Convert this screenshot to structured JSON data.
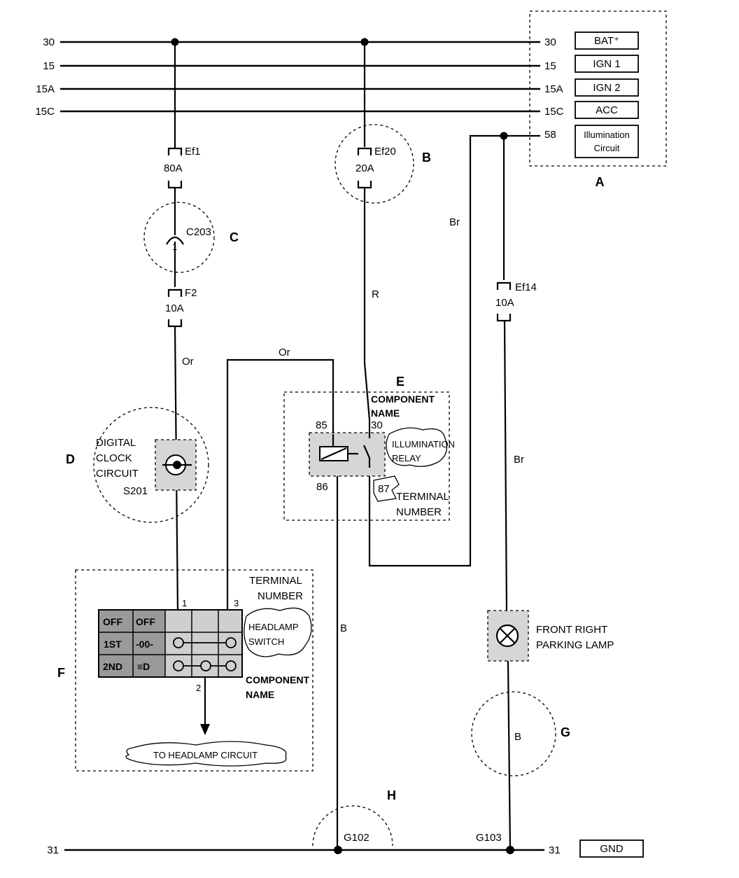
{
  "buses": [
    {
      "left": "30",
      "right": "30",
      "box": "BAT⁺"
    },
    {
      "left": "15",
      "right": "15",
      "box": "IGN 1"
    },
    {
      "left": "15A",
      "right": "15A",
      "box": "IGN 2"
    },
    {
      "left": "15C",
      "right": "15C",
      "box": "ACC"
    }
  ],
  "terminal_58": "58",
  "illumination_box": [
    "Illumination",
    "Circuit"
  ],
  "ground": {
    "left": "31",
    "right": "31",
    "box": "GND"
  },
  "callouts": {
    "A": "A",
    "B": "B",
    "C": "C",
    "D": "D",
    "E": "E",
    "F": "F",
    "G": "G",
    "H": "H"
  },
  "fuses": {
    "ef1": {
      "name": "Ef1",
      "rating": "80A"
    },
    "ef20": {
      "name": "Ef20",
      "rating": "20A"
    },
    "f2": {
      "name": "F2",
      "rating": "10A"
    },
    "ef14": {
      "name": "Ef14",
      "rating": "10A"
    }
  },
  "connector": {
    "name": "C203",
    "pin": "1"
  },
  "wire_colors": {
    "br_upper": "Br",
    "r": "R",
    "or_left": "Or",
    "or_top": "Or",
    "br_right": "Br",
    "b_mid": "B",
    "b_right": "B"
  },
  "splice": {
    "label": [
      "DIGITAL",
      "CLOCK",
      "CIRCUIT"
    ],
    "name": "S201"
  },
  "relay": {
    "pin85": "85",
    "pin86": "86",
    "pin30": "30",
    "pin87": "87",
    "component_name": [
      "COMPONENT",
      "NAME"
    ],
    "name": [
      "ILLUMINATION",
      "RELAY"
    ],
    "terminal_number": [
      "TERMINAL",
      "NUMBER"
    ]
  },
  "switch": {
    "terminal_number": [
      "TERMINAL",
      "NUMBER"
    ],
    "pin1": "1",
    "pin2": "2",
    "pin3": "3",
    "rows": [
      {
        "pos": "OFF",
        "sym": "OFF"
      },
      {
        "pos": "1ST",
        "sym": "-00-"
      },
      {
        "pos": "2ND",
        "sym": "≡D"
      }
    ],
    "name": [
      "HEADLAMP",
      "SWITCH"
    ],
    "component_name": [
      "COMPONENT",
      "NAME"
    ],
    "headlamp_circuit": "TO HEADLAMP CIRCUIT"
  },
  "lamp": {
    "name": [
      "FRONT RIGHT",
      "PARKING LAMP"
    ]
  },
  "grounds": {
    "g102": "G102",
    "g103": "G103"
  }
}
